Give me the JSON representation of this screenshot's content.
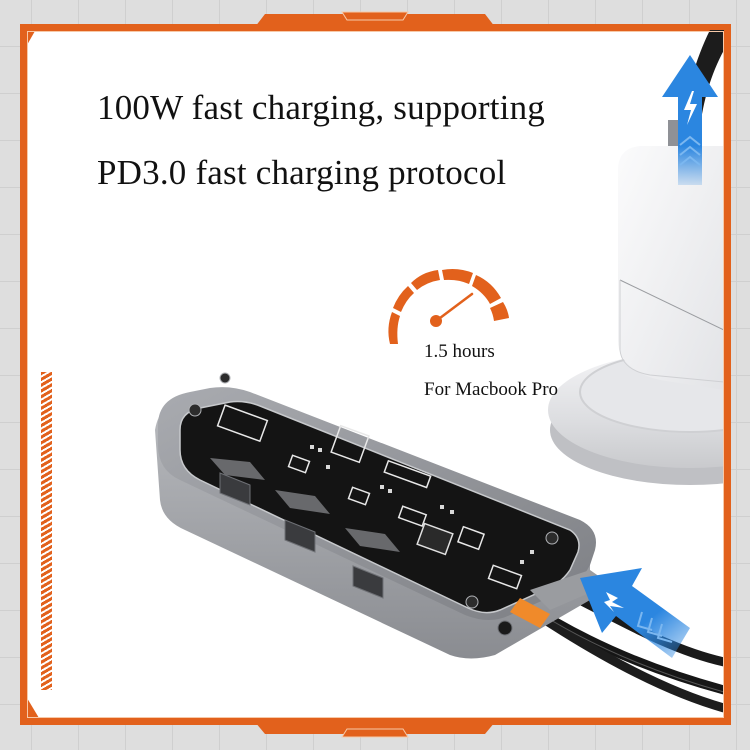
{
  "headline": {
    "line1": "100W fast charging, supporting",
    "line2": "PD3.0 fast charging protocol"
  },
  "gauge": {
    "icon": "speedometer-icon",
    "time_label": "1.5 hours",
    "device_label": "For Macbook Pro"
  },
  "arrows": {
    "top_right": "upload-arrow-lightning-icon",
    "bottom_right": "input-arrow-lightning-icon"
  },
  "product": {
    "name": "transparent-usb-c-hub",
    "usb_ports": 3,
    "audio_jack": true
  },
  "colors": {
    "frame_orange": "#e2611c",
    "frame_highlight": "#f7c9a8",
    "arrow_blue": "#2b86e0",
    "background_grid": "#dedede",
    "text": "#111111"
  }
}
